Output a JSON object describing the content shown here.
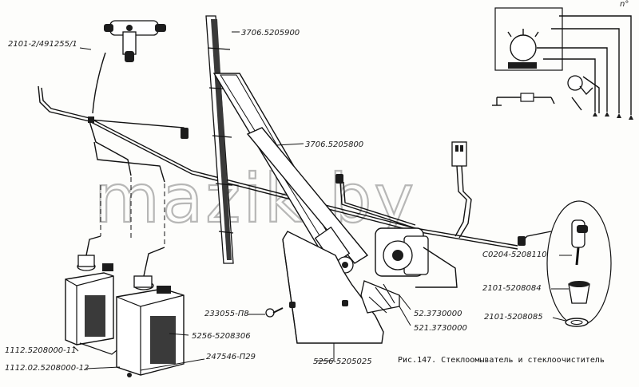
{
  "parts": {
    "tee": "2101-2/491255/1",
    "blade": "3706.5205900",
    "arm": "3706.5205800",
    "nozzle": "С0204-5208110",
    "nozzle_seal": "2101-5208084",
    "washer": "2101-5208085",
    "motor_1": "52.3730000",
    "motor_2": "521.3730000",
    "bracket": "5256-5205025",
    "bolt": "233055-П8",
    "clamp": "5256-5208306",
    "screw": "247546-П29",
    "reservoir_1": "1112.5208000-11",
    "reservoir_2": "1112.02.5208000-12"
  },
  "caption": "Рис.147. Стеклоомыватель и стеклоочиститель",
  "watermark": "mazik.by",
  "corner_mark": "n°"
}
